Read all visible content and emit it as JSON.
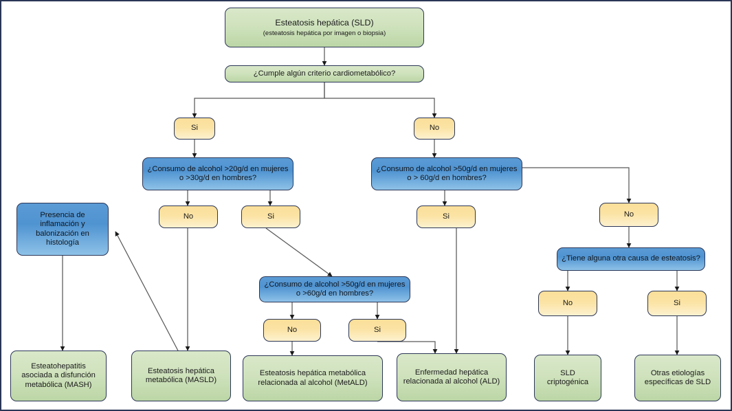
{
  "diagram": {
    "title_node": {
      "main": "Esteatosis hepática (SLD)",
      "sub": "(esteatosis hepática por imagen o biopsia)"
    },
    "nodes": {
      "criterio_cardiometabolico": "¿Cumple algún criterio cardiometabólico?",
      "si_1": "Si",
      "no_1": "No",
      "alcohol_20_30": "¿Consumo de alcohol >20g/d en mujeres o >30g/d en hombres?",
      "alcohol_50_60_right": "¿Consumo de alcohol >50g/d en mujeres o > 60g/d en hombres?",
      "no_2": "No",
      "si_2": "Si",
      "si_3": "Si",
      "no_3": "No",
      "inflamacion": "Presencia de inflamación y balonización en histología",
      "alcohol_50_60_mid": "¿Consumo de alcohol >50g/d en mujeres o >60g/d en hombres?",
      "no_4": "No",
      "si_4": "Si",
      "otra_causa": "¿Tiene alguna otra causa de esteatosis?",
      "no_5": "No",
      "si_5": "Si",
      "mash": "Esteatohepatitis asociada a disfunción metabólica (MASH)",
      "masld": "Esteatosis hepática metabólica  (MASLD)",
      "metald": "Esteatosis hepática metabólica relacionada al alcohol (MetALD)",
      "ald": "Enfermedad hepática relacionada al alcohol (ALD)",
      "sld_criptogenica": "SLD criptogénica",
      "otras_etiologias": "Otras etiologías específicas de SLD"
    },
    "colors": {
      "green_fill": "#cfe2bd",
      "blue_fill": "#5b9bd5",
      "yellow_fill": "#fbe3a4",
      "border": "#2b3656",
      "connector": "#595959"
    }
  }
}
